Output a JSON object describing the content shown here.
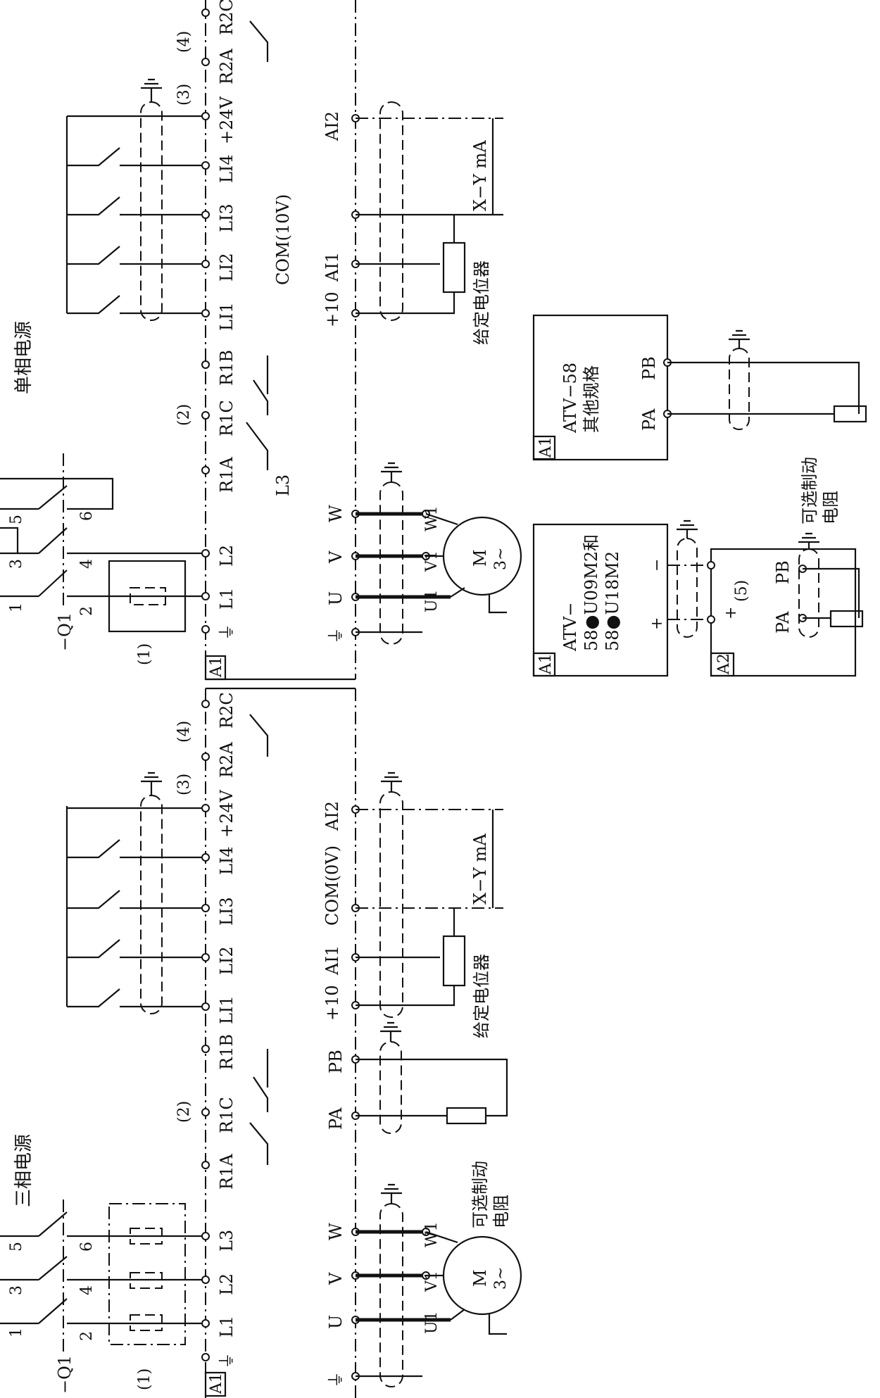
{
  "diagram": {
    "three_phase": {
      "title": "三相电源",
      "q1": "−Q1",
      "note1": "(1)",
      "note2": "(2)",
      "note3": "(3)",
      "note4": "(4)",
      "a1": "A1",
      "poles": [
        "1",
        "3",
        "5"
      ],
      "pole_out": [
        "2",
        "4",
        "6"
      ],
      "power_terms": [
        "⏚",
        "L1",
        "L2",
        "L3"
      ],
      "relay_terms": [
        "R1A",
        "R1C",
        "R1B"
      ],
      "logic_terms": [
        "LI1",
        "LI2",
        "LI3",
        "LI4",
        "+24V"
      ],
      "relay2_terms": [
        "R2A",
        "R2C"
      ],
      "motor_terms": [
        "⏚",
        "U",
        "V",
        "W"
      ],
      "motor_windings": [
        "U1",
        "V1",
        "W1"
      ],
      "motor_label": "M",
      "motor_sub": "3~",
      "brake_terms": [
        "PA",
        "PB"
      ],
      "brake_label": [
        "可选制动",
        "电阻"
      ],
      "analog_terms": [
        "+10",
        "AI1",
        "COM(0V)",
        "AI2"
      ],
      "pot_label": "给定电位器",
      "range_label": "X−Y mA"
    },
    "single_phase": {
      "title": "单相电源",
      "q1": "−Q1",
      "note1": "(1)",
      "note2": "(2)",
      "note3": "(3)",
      "note4": "(4)",
      "note5": "(5)",
      "a1": "A1",
      "a2": "A2",
      "poles": [
        "1",
        "3",
        "5"
      ],
      "pole_out": [
        "2",
        "4",
        "6"
      ],
      "power_terms": [
        "⏚",
        "L1",
        "L2"
      ],
      "l3": "L3",
      "relay_terms": [
        "R1A",
        "R1C",
        "R1B"
      ],
      "logic_terms": [
        "LI1",
        "LI2",
        "LI3",
        "LI4",
        "+24V"
      ],
      "relay2_terms": [
        "R2A",
        "R2C"
      ],
      "motor_terms": [
        "⏚",
        "U",
        "V",
        "W"
      ],
      "motor_windings": [
        "U1",
        "V1",
        "W1"
      ],
      "motor_label": "M",
      "motor_sub": "3~",
      "analog_terms": [
        "+10",
        "AI1",
        "COM(10V)",
        "AI2"
      ],
      "pot_label": "给定电位器",
      "range_label": "X−Y mA",
      "box1_line1": "ATV−",
      "box1_line2": "58●U09M2和",
      "box1_line3": "58●U18M2",
      "box2_line1": "ATV−58",
      "box2_line2": "其他规格",
      "brake_terms": [
        "PA",
        "PB"
      ],
      "brake_label": [
        "可选制动",
        "电阻"
      ],
      "plus": "+",
      "minus": "−"
    }
  }
}
